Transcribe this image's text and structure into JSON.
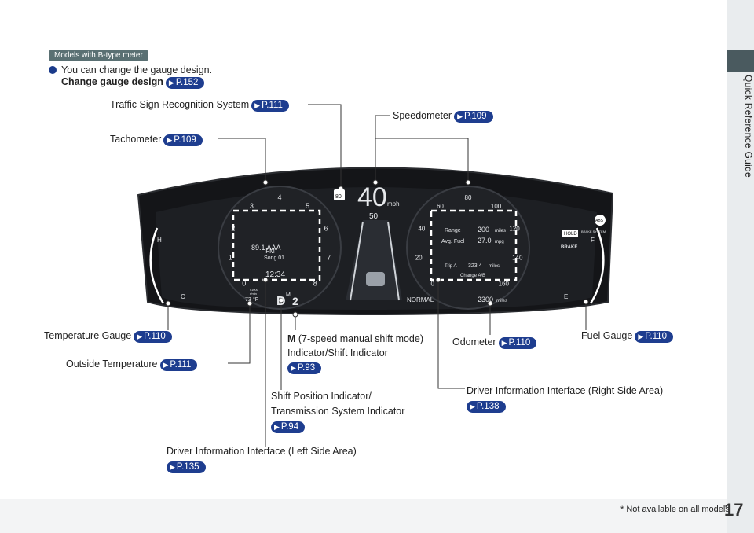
{
  "sidebar": {
    "label": "Quick Reference Guide"
  },
  "badge": "Models with B-type meter",
  "intro": {
    "line1": "You can change the gauge design.",
    "line2": "Change gauge design",
    "line2_ref": "P.152"
  },
  "labels": {
    "traffic_sign": {
      "text": "Traffic Sign Recognition System",
      "ref": "P.111"
    },
    "speedometer": {
      "text": "Speedometer",
      "ref": "P.109"
    },
    "tachometer": {
      "text": "Tachometer",
      "ref": "P.109"
    },
    "temperature_gauge": {
      "text": "Temperature Gauge",
      "ref": "P.110"
    },
    "outside_temperature": {
      "text": "Outside Temperature",
      "ref": "P.111"
    },
    "m_indicator": {
      "bold": "M",
      "text1": " (7-speed manual shift mode)",
      "text2": "Indicator/Shift Indicator",
      "ref": "P.93"
    },
    "odometer": {
      "text": "Odometer",
      "ref": "P.110"
    },
    "fuel_gauge": {
      "text": "Fuel Gauge",
      "ref": "P.110"
    },
    "shift_position": {
      "text1": "Shift Position Indicator/",
      "text2": "Transmission System Indicator",
      "ref": "P.94"
    },
    "dii_right": {
      "text": "Driver Information Interface (Right Side Area)",
      "ref": "P.138"
    },
    "dii_left": {
      "text": "Driver Information Interface (Left Side Area)",
      "ref": "P.135"
    }
  },
  "cluster": {
    "speed": "40",
    "speed_unit": "mph",
    "sign_speed": "80",
    "acc_speed": "50",
    "tach_ticks": [
      "0",
      "1",
      "2",
      "3",
      "4",
      "5",
      "6",
      "7",
      "8"
    ],
    "speed_ticks": [
      "0",
      "20",
      "40",
      "60",
      "80",
      "100",
      "120",
      "140",
      "160"
    ],
    "tach_unit1": "x1000",
    "tach_unit2": "r/min",
    "radio_band": "FM",
    "radio_freq": "89.1 AAA",
    "radio_song": "Song 01",
    "clock": "12:34",
    "outside_temp": "73",
    "temp_unit": "°F",
    "gear": "D",
    "gear_m": "M",
    "gear_num": "2",
    "range_label": "Range",
    "range_value": "200",
    "range_unit": "miles",
    "avg_fuel_label": "Avg. Fuel",
    "avg_fuel_value": "27.0",
    "avg_fuel_unit": "mpg",
    "trip_label": "Trip A",
    "trip_value": "323.4",
    "trip_unit": "miles",
    "trip_action": "Change A/B",
    "drive_mode": "NORMAL",
    "odo_value": "2300",
    "odo_unit": "miles",
    "temp_h": "H",
    "temp_c": "C",
    "fuel_f": "F",
    "fuel_e": "E",
    "brake_text": "BRAKE",
    "hold_text": "HOLD",
    "brake_system_text": "BRAKE SYSTEM",
    "abs_text": "ABS"
  },
  "footer": {
    "footnote": "* Not available on all models",
    "page": "17"
  },
  "colors": {
    "ref_badge": "#1e3d8f",
    "sidebar_tab": "#4a5a5f",
    "badge_bg": "#5a7073",
    "cluster_bg": "#1b1d20"
  }
}
